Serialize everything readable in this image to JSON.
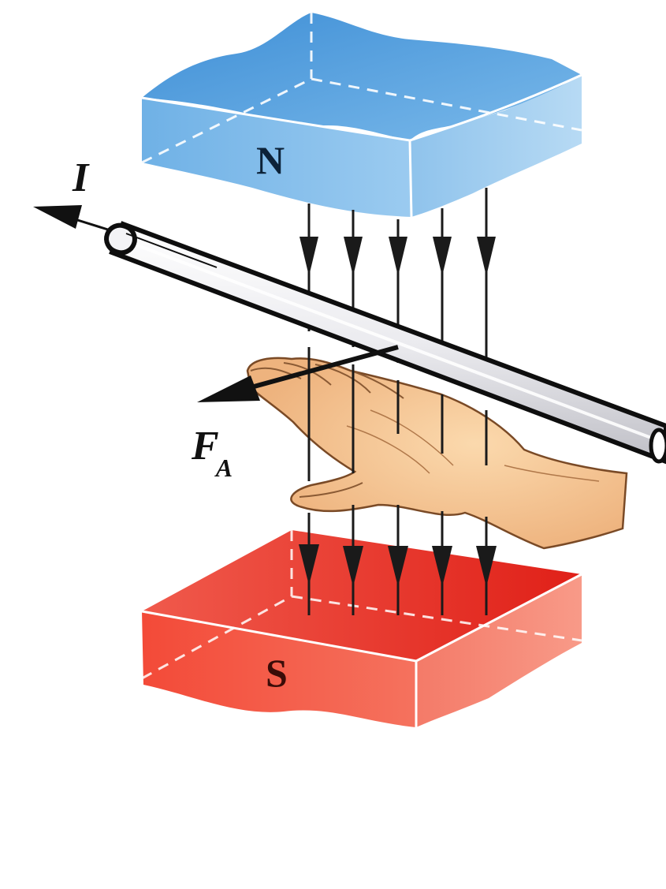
{
  "labels": {
    "north_pole": "N",
    "south_pole": "S",
    "current": "I",
    "force": "F",
    "force_subscript": "A"
  },
  "colors": {
    "north_magnet": "#5aa6e0",
    "south_magnet": "#e8332a",
    "field_lines": "#1a1a1a",
    "conductor": "#e9e9ec",
    "hand": "#f6c796"
  },
  "icons": {
    "hand": "open-left-hand-icon"
  }
}
